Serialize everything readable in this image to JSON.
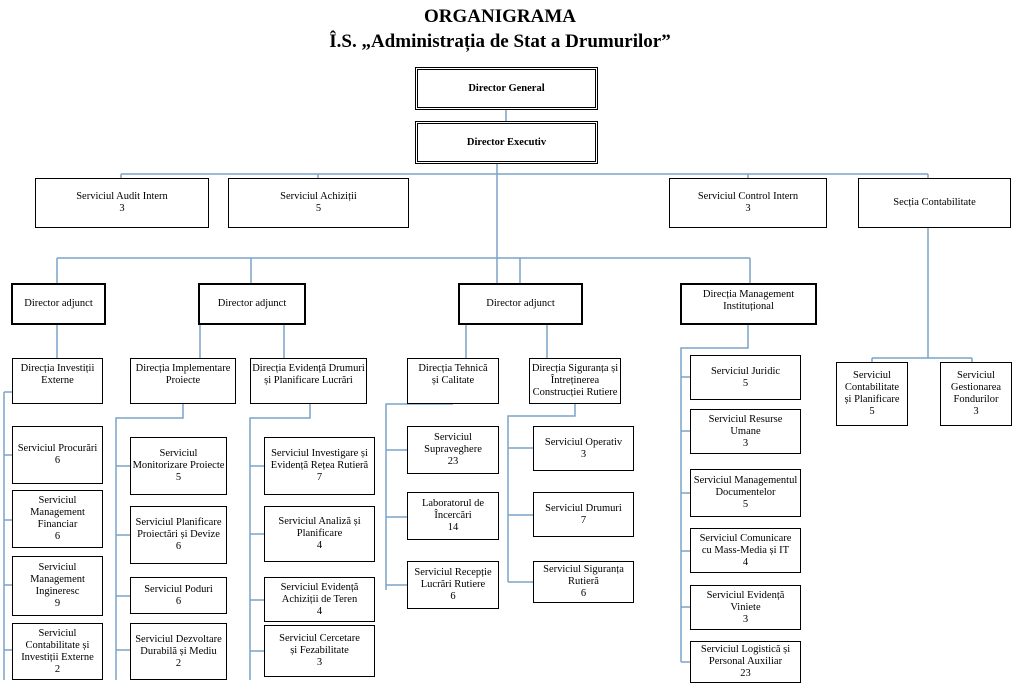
{
  "title": "ORGANIGRAMA",
  "subtitle": "Î.S. „Administrația de Stat a Drumurilor”",
  "line_color": "#7aa3c8",
  "top": {
    "director_general": "Director General",
    "director_executiv": "Director Executiv"
  },
  "level1": [
    {
      "name": "Serviciul Audit Intern",
      "count": "3"
    },
    {
      "name": "Serviciul Achiziții",
      "count": "5"
    },
    {
      "name": "Serviciul Control Intern",
      "count": "3"
    },
    {
      "name": "Secția Contabilitate",
      "count": ""
    }
  ],
  "level2": [
    {
      "name": "Director adjunct"
    },
    {
      "name": "Director adjunct"
    },
    {
      "name": "Director adjunct"
    },
    {
      "name": "Direcția Management\nInstituțional"
    }
  ],
  "directions": [
    {
      "name": "Direcția Investiții\nExterne"
    },
    {
      "name": "Direcția Implementare\nProiecte"
    },
    {
      "name": "Direcția Evidență Drumuri\nși Planificare Lucrări"
    },
    {
      "name": "Direcția Tehnică\nși Calitate"
    },
    {
      "name": "Direcția Siguranța și\nÎntreținerea\nConstrucției Rutiere"
    }
  ],
  "col_investitii": [
    {
      "name": "Serviciul Procurări",
      "count": "6"
    },
    {
      "name": "Serviciul\nManagement\nFinanciar",
      "count": "6"
    },
    {
      "name": "Serviciul\nManagement\nIngineresc",
      "count": "9"
    },
    {
      "name": "Serviciul\nContabilitate și\nInvestiții Externe",
      "count": "2"
    }
  ],
  "col_implementare": [
    {
      "name": "Serviciul\nMonitorizare Proiecte",
      "count": "5"
    },
    {
      "name": "Serviciul Planificare\nProiectări  și Devize",
      "count": "6"
    },
    {
      "name": "Serviciul Poduri",
      "count": "6"
    },
    {
      "name": "Serviciul Dezvoltare\nDurabilă și Mediu",
      "count": "2"
    }
  ],
  "col_evidenta": [
    {
      "name": "Serviciul Investigare și\nEvidență Rețea Rutieră",
      "count": "7"
    },
    {
      "name": "Serviciul Analiză și\nPlanificare",
      "count": "4"
    },
    {
      "name": "Serviciul Evidență\nAchiziții de Teren",
      "count": "4"
    },
    {
      "name": "Serviciul Cercetare\nși Fezabilitate",
      "count": "3"
    }
  ],
  "col_tehnica": [
    {
      "name": "Serviciul\nSupraveghere",
      "count": "23"
    },
    {
      "name": "Laboratorul de\nÎncercări",
      "count": "14"
    },
    {
      "name": "Serviciul Recepție\nLucrări Rutiere",
      "count": "6"
    }
  ],
  "col_siguranta": [
    {
      "name": "Serviciul Operativ",
      "count": "3"
    },
    {
      "name": "Serviciul Drumuri",
      "count": "7"
    },
    {
      "name": "Serviciul Siguranța\nRutieră",
      "count": "6"
    }
  ],
  "col_management": [
    {
      "name": "Serviciul Juridic",
      "count": "5"
    },
    {
      "name": "Serviciul  Resurse\nUmane",
      "count": "3"
    },
    {
      "name": "Serviciul Managementul\nDocumentelor",
      "count": "5"
    },
    {
      "name": "Serviciul  Comunicare\ncu Mass-Media și IT",
      "count": "4"
    },
    {
      "name": "Serviciul  Evidență\nViniete",
      "count": "3"
    },
    {
      "name": "Serviciul Logistică și\nPersonal Auxiliar",
      "count": "23"
    }
  ],
  "col_contabilitate": [
    {
      "name": "Serviciul\nContabilitate\nși Planificare",
      "count": "5"
    },
    {
      "name": "Serviciul\nGestionarea\nFondurilor",
      "count": "3"
    }
  ]
}
